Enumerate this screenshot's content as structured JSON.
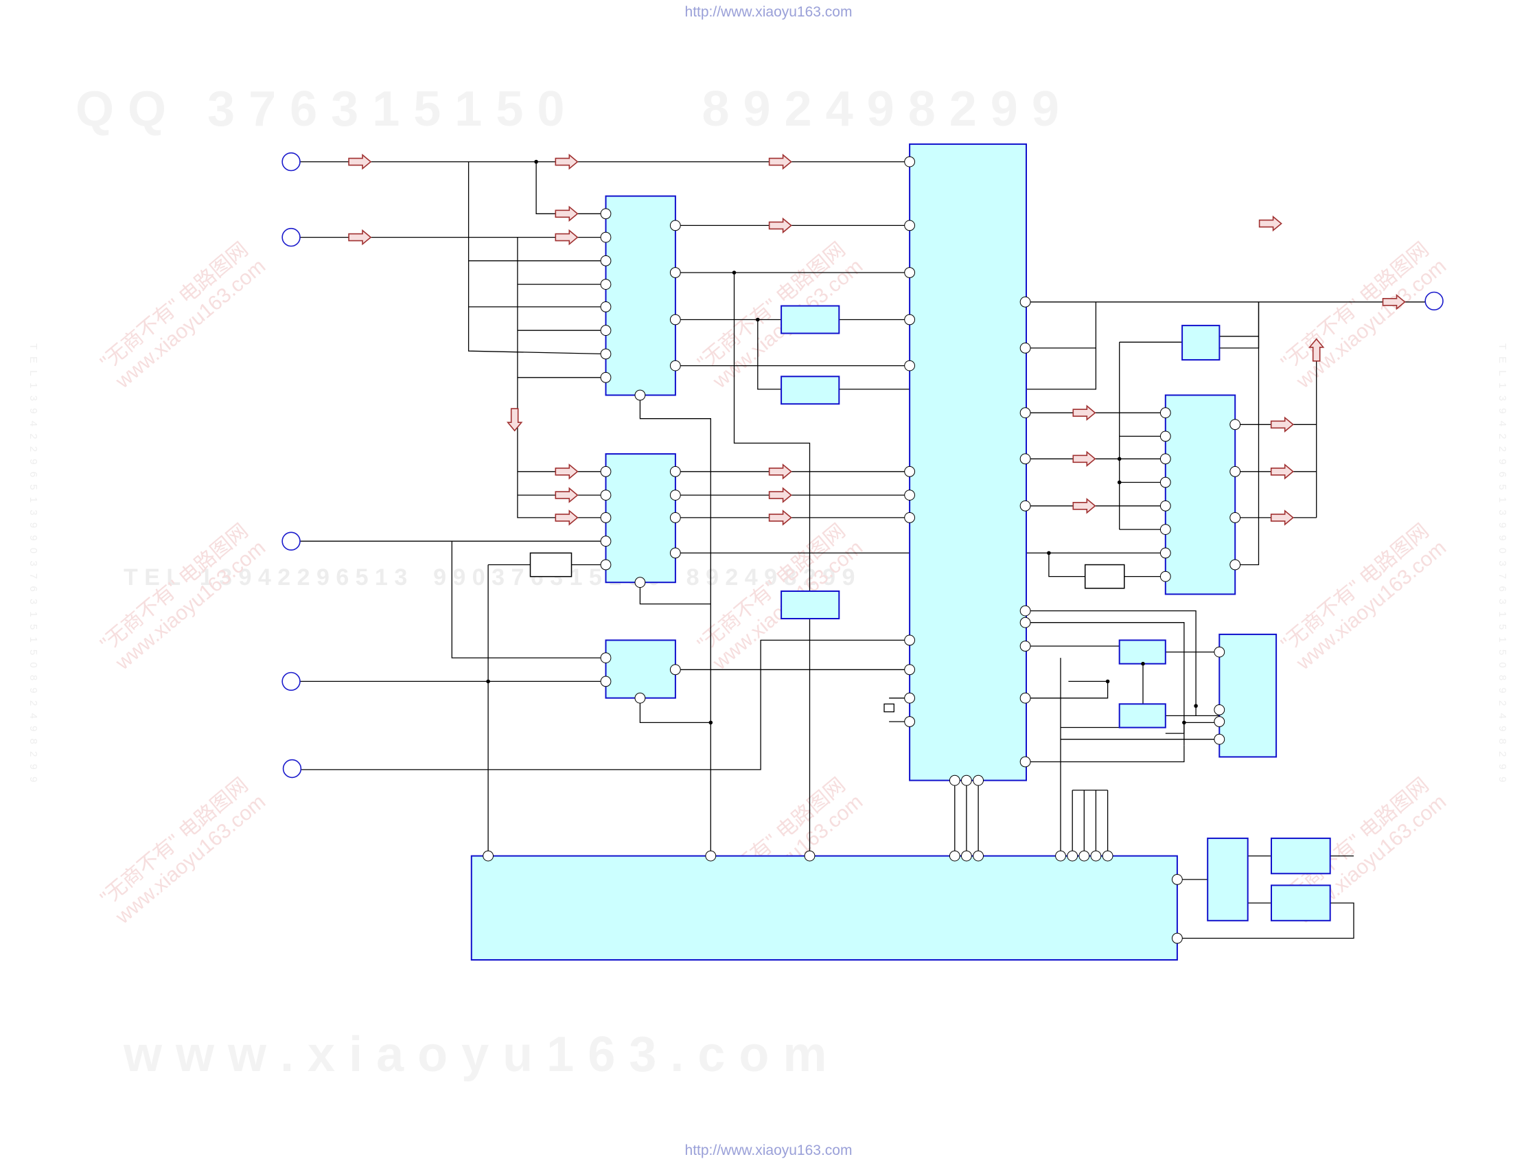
{
  "header": {
    "url": "http://www.xiaoyu163.com"
  },
  "footer": {
    "url": "http://www.xiaoyu163.com"
  },
  "watermarks": {
    "qq_line": "Q Q   3 7 6 3 1 5 1 5 0          8 9 2 4 9 8 2 9 9",
    "phone_line": "T E L   1 3 9 4 2 2 9 6 5 1 3    9 9 0 3 7 6 3 1 5 1 5 0    8 9 2 4 9 8 2 9 9",
    "site_line": "w w w . x i a o y u 1 6 3 . c o m",
    "stamp_cn": "\"无商不有\" 电路图网",
    "stamp_url": "www.xiaoyu163.com"
  },
  "colors": {
    "block_fill": "#ccffff",
    "block_border": "#1010cc",
    "wire": "#000000",
    "terminal": "#1a1acc",
    "arrow": "#a03030",
    "url": "#9aa0d8"
  }
}
